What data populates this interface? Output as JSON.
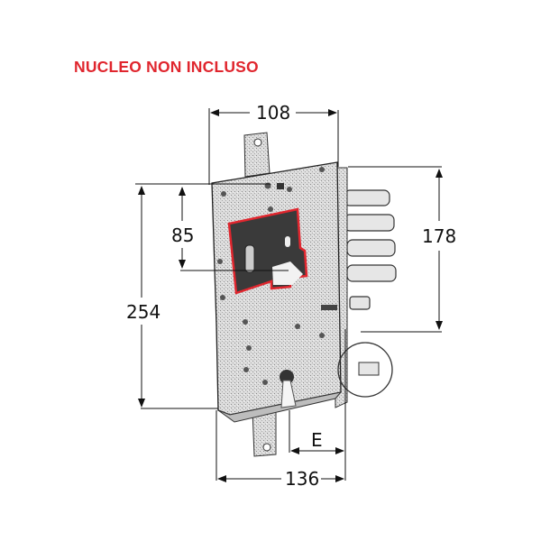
{
  "title": {
    "text": "NUCLEO NON INCLUSO",
    "color": "#e0262e"
  },
  "dimensions": {
    "width_top": "108",
    "height_left_inner": "85",
    "height_left_outer": "254",
    "height_right": "178",
    "backset": "E",
    "width_bottom": "136"
  },
  "colors": {
    "highlight": "#e0262e",
    "line": "#1a1a1a",
    "metal": "#cfcfcf"
  }
}
